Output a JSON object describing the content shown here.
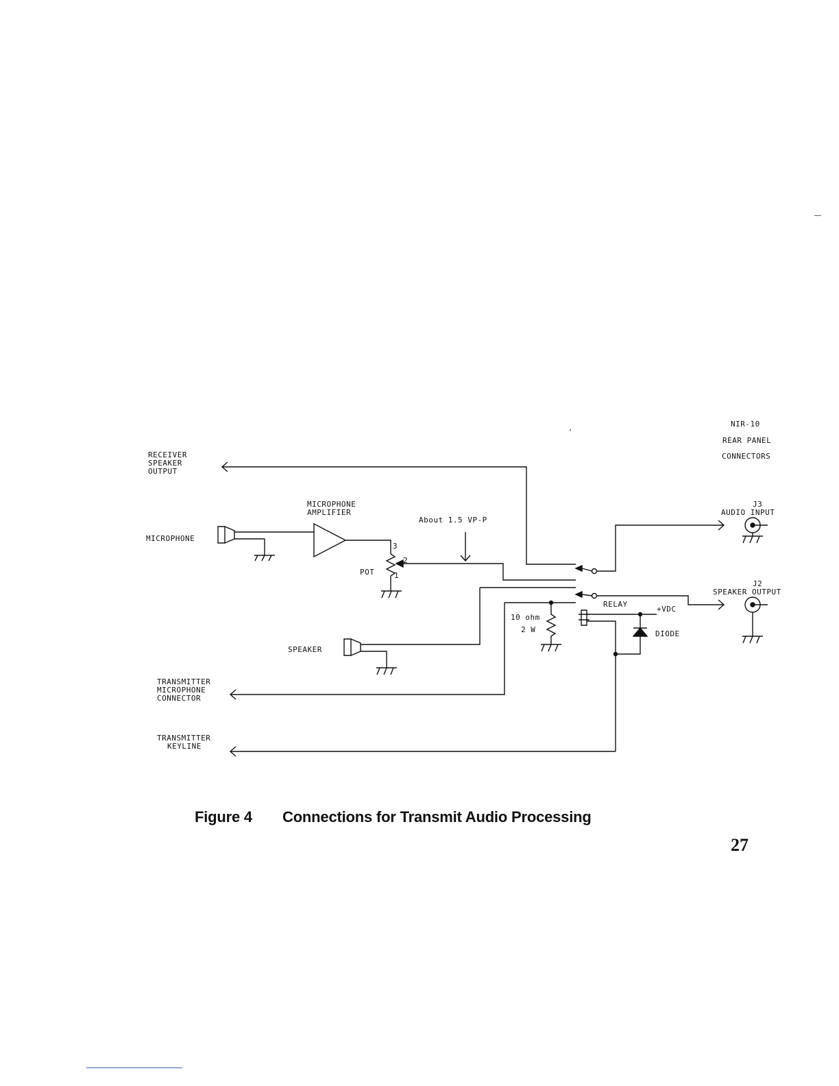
{
  "panel": {
    "line1": "NIR-10",
    "line2": "REAR PANEL",
    "line3": "CONNECTORS"
  },
  "labels": {
    "receiver_output": [
      "RECEIVER",
      "SPEAKER",
      "OUTPUT"
    ],
    "mic_amp": [
      "MICROPHONE",
      "AMPLIFIER"
    ],
    "microphone": "MICROPHONE",
    "pot": "POT",
    "pot_pins": [
      "3",
      "2",
      "1"
    ],
    "level": "About 1.5 VP-P",
    "speaker": "SPEAKER",
    "resistor": [
      "10 ohm",
      "2 W"
    ],
    "relay": "RELAY",
    "vdc": "+VDC",
    "diode": "DIODE",
    "tx_mic": [
      "TRANSMITTER",
      "MICROPHONE",
      "CONNECTOR"
    ],
    "tx_key": [
      "TRANSMITTER",
      "KEYLINE"
    ],
    "j3": [
      "J3",
      "AUDIO INPUT"
    ],
    "j2": [
      "J2",
      "SPEAKER OUTPUT"
    ]
  },
  "caption": {
    "figure": "Figure 4",
    "title": "Connections for Transmit Audio Processing"
  },
  "page_number": "27",
  "colors": {
    "ink": "#111111",
    "footer_rule": "#3a5fb0"
  }
}
